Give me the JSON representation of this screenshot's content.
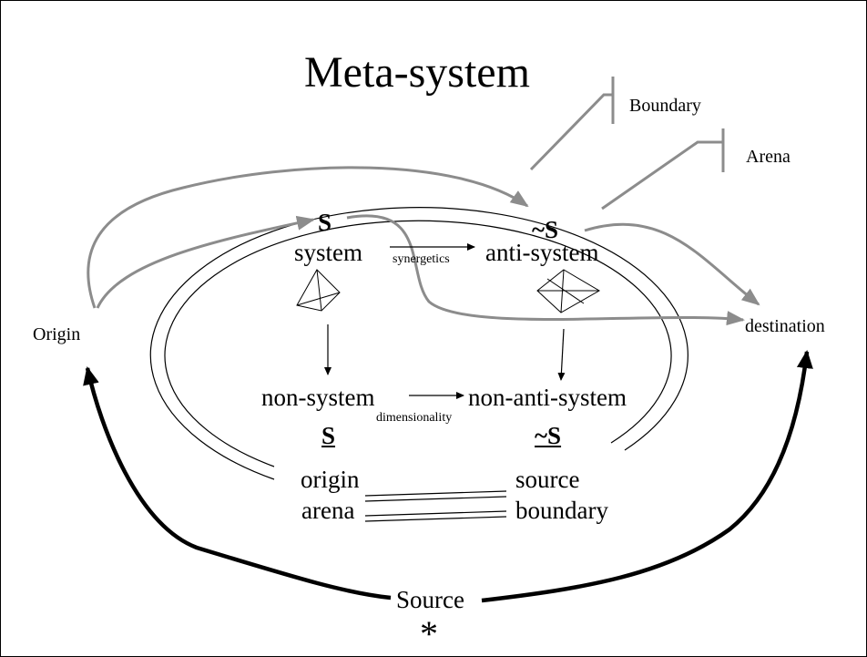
{
  "title": "Meta-system",
  "labels": {
    "boundary": "Boundary",
    "arena": "Arena",
    "origin": "Origin",
    "destination": "destination",
    "source": "Source",
    "source_symbol": "*"
  },
  "nodes": {
    "system_symbol": "S",
    "system": "system",
    "anti_system_symbol": "~S",
    "anti_system": "anti-system",
    "non_system": "non-system",
    "non_anti_system": "non-anti-system"
  },
  "relations": {
    "synergetics": "synergetics",
    "dimensionality": "dimensionality"
  },
  "lower": {
    "left_symbol": "S",
    "left_line1": "origin",
    "left_line2": "arena",
    "right_symbol": "~S",
    "right_line1": "source",
    "right_line2": "boundary"
  },
  "colors": {
    "gray_arrow": "#8c8c8c",
    "black": "#000000"
  }
}
